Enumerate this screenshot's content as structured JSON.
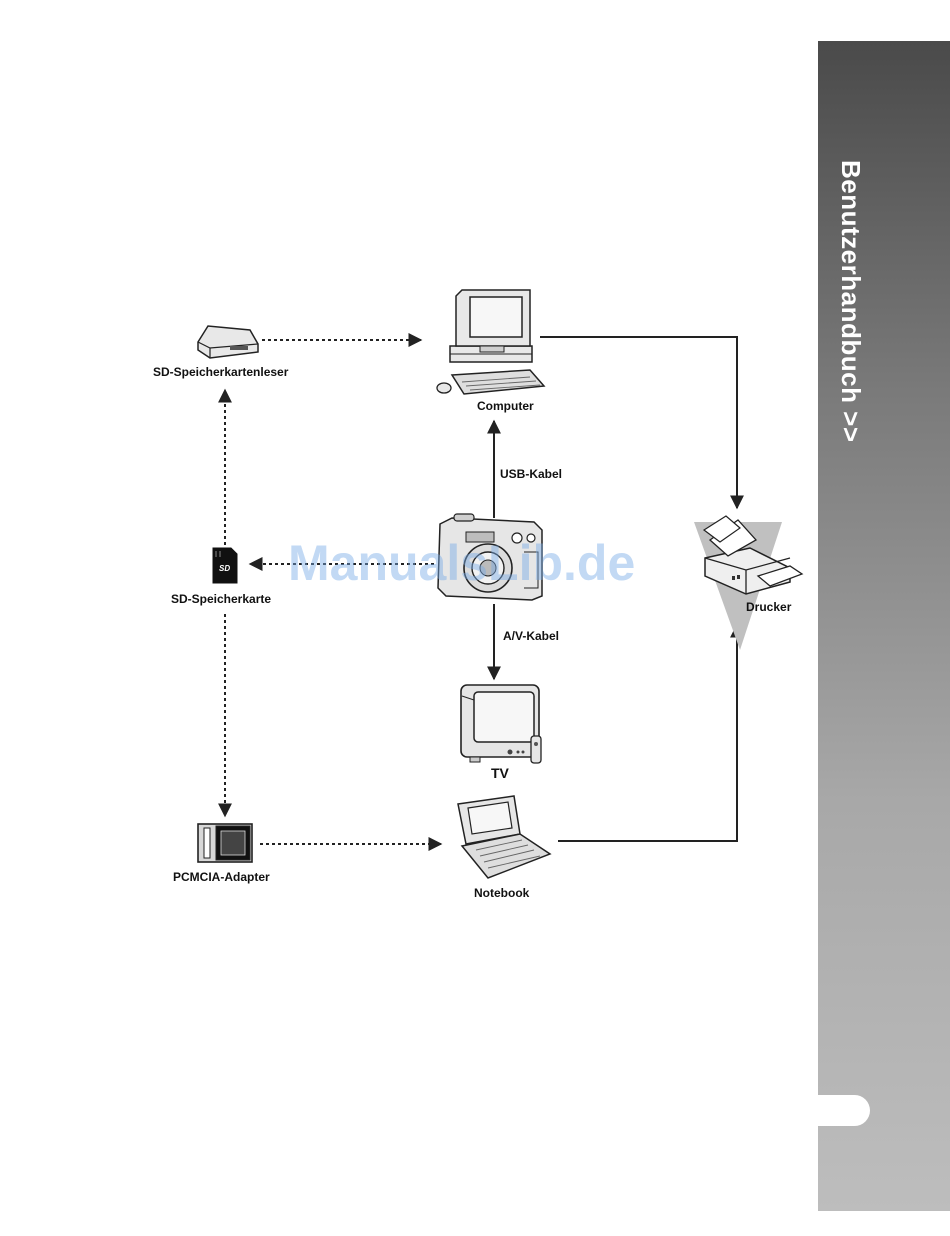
{
  "sidebar": {
    "title": "Benutzerhandbuch >>"
  },
  "watermark": "ManualsLib.de",
  "devices": {
    "computer": "Computer",
    "card_reader": "SD-Speicherkartenleser",
    "sd_card": "SD-Speicherkarte",
    "pcmcia": "PCMCIA-Adapter",
    "tv": "TV",
    "notebook": "Notebook",
    "printer": "Drucker"
  },
  "connections": {
    "usb": "USB-Kabel",
    "av": "A/V-Kabel"
  },
  "icons": {
    "sd_logo": "SD"
  }
}
